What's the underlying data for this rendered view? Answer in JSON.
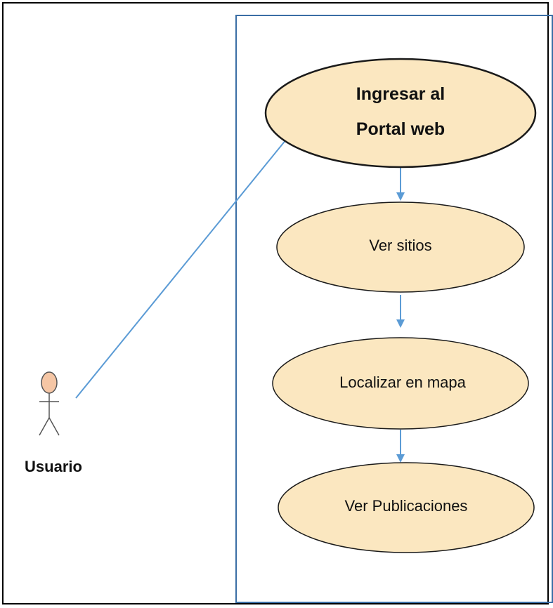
{
  "actor": {
    "name": "Usuario"
  },
  "use_cases": [
    {
      "line1": "Ingresar al",
      "line2": "Portal web",
      "bold": true
    },
    {
      "line1": "Ver sitios"
    },
    {
      "line1": "Localizar en mapa"
    },
    {
      "line1": "Ver Publicaciones"
    }
  ],
  "colors": {
    "use_case_fill": "#fbe7c0",
    "use_case_stroke": "#1a1a1a",
    "arrow": "#5b9bd5",
    "system_boundary": "#3a6ea5",
    "actor_head_fill": "#f5c6a5",
    "actor_stroke": "#555555"
  }
}
